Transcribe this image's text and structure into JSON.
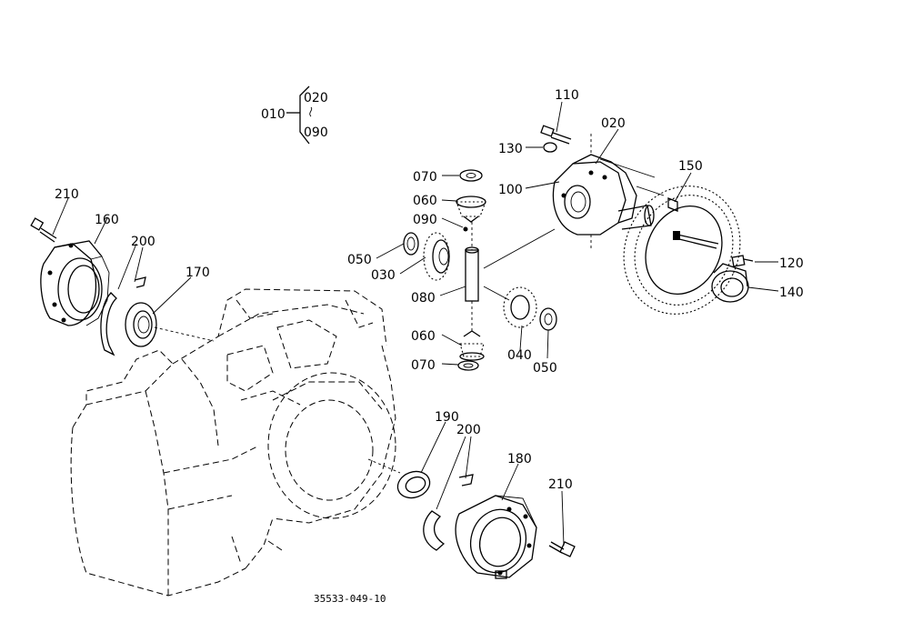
{
  "drawing_code": "35533-049-10",
  "group": {
    "parent": "010",
    "from": "020",
    "to": "090"
  },
  "parts": [
    {
      "id": "part-010",
      "label": "010"
    },
    {
      "id": "part-020",
      "label": "020"
    },
    {
      "id": "part-030",
      "label": "030"
    },
    {
      "id": "part-040",
      "label": "040"
    },
    {
      "id": "part-050a",
      "label": "050"
    },
    {
      "id": "part-050b",
      "label": "050"
    },
    {
      "id": "part-060a",
      "label": "060"
    },
    {
      "id": "part-060b",
      "label": "060"
    },
    {
      "id": "part-070a",
      "label": "070"
    },
    {
      "id": "part-070b",
      "label": "070"
    },
    {
      "id": "part-080",
      "label": "080"
    },
    {
      "id": "part-090",
      "label": "090"
    },
    {
      "id": "part-100",
      "label": "100"
    },
    {
      "id": "part-110",
      "label": "110"
    },
    {
      "id": "part-120",
      "label": "120"
    },
    {
      "id": "part-130",
      "label": "130"
    },
    {
      "id": "part-140",
      "label": "140"
    },
    {
      "id": "part-150",
      "label": "150"
    },
    {
      "id": "part-160",
      "label": "160"
    },
    {
      "id": "part-170",
      "label": "170"
    },
    {
      "id": "part-180",
      "label": "180"
    },
    {
      "id": "part-190",
      "label": "190"
    },
    {
      "id": "part-200a",
      "label": "200"
    },
    {
      "id": "part-200b",
      "label": "200"
    },
    {
      "id": "part-210a",
      "label": "210"
    },
    {
      "id": "part-210b",
      "label": "210"
    }
  ]
}
